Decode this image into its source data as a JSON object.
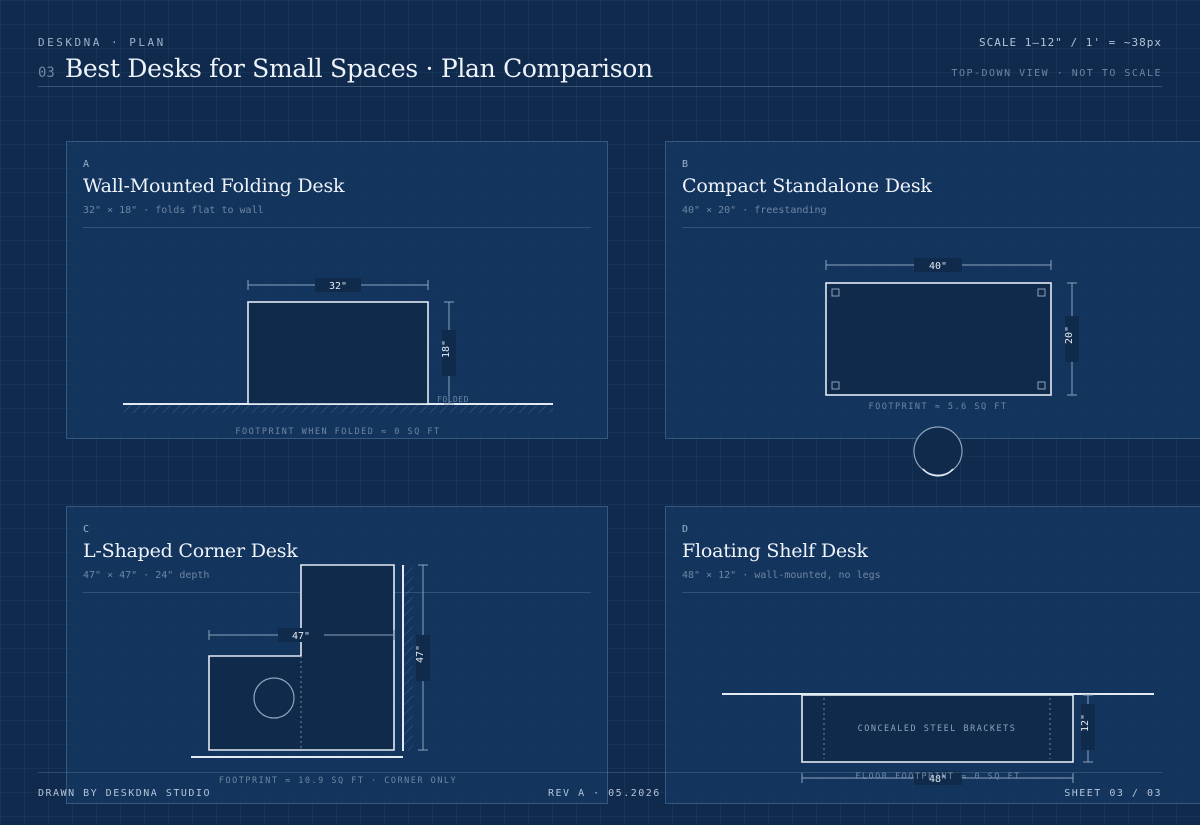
{
  "header": {
    "kicker": "DESKDNA · PLAN",
    "sheet_number": "03",
    "title": "Best Desks for Small Spaces · Plan Comparison",
    "scale": "SCALE 1—12\" / 1' = ~38px",
    "view_note": "TOP-DOWN VIEW · NOT TO SCALE"
  },
  "panels": [
    {
      "letter": "A",
      "title": "Wall-Mounted Folding Desk",
      "dims": "32\" × 18\" · folds flat to wall",
      "width_label": "32\"",
      "depth_label": "18\"",
      "folded_label": "FOLDED",
      "footprint": "FOOTPRINT WHEN FOLDED ≈ 0 SQ FT"
    },
    {
      "letter": "B",
      "title": "Compact Standalone Desk",
      "dims": "40\" × 20\" · freestanding",
      "width_label": "40\"",
      "depth_label": "20\"",
      "footprint": "FOOTPRINT ≈ 5.6 SQ FT"
    },
    {
      "letter": "C",
      "title": "L-Shaped Corner Desk",
      "dims": "47\" × 47\" · 24\" depth",
      "width_label": "47\"",
      "depth_label": "47\"",
      "footprint": "FOOTPRINT ≈ 10.9 SQ FT · CORNER ONLY"
    },
    {
      "letter": "D",
      "title": "Floating Shelf Desk",
      "dims": "48\" × 12\" · wall-mounted, no legs",
      "bracket_label": "CONCEALED STEEL BRACKETS",
      "width_label": "48\"",
      "depth_label": "12\"",
      "footprint": "FLOOR FOOTPRINT ≈ 0 SQ FT"
    }
  ],
  "footer": {
    "drawn_by": "DRAWN BY DESKDNA STUDIO",
    "revision": "REV A · 05.2026",
    "sheet": "SHEET 03 / 03"
  },
  "colors": {
    "background": "#0f2a4d",
    "panel": "#14375f",
    "line": "#e3eaf3",
    "dim_line": "#8ea3bd",
    "label_bg": "#0f2a4a"
  }
}
